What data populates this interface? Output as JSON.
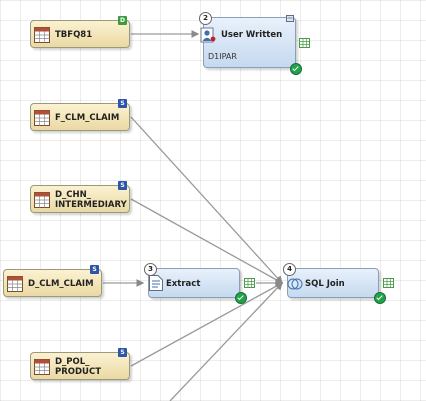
{
  "nodes": {
    "tbfq81": {
      "label": "TBFQ81",
      "badge": "D"
    },
    "user_written": {
      "label": "User Written",
      "sublabel": "D1IPAR",
      "step": "2"
    },
    "f_clm_claim": {
      "label": "F_CLM_CLAIM",
      "badge": "S"
    },
    "d_chn_intermediary": {
      "label": "D_CHN_\nINTERMEDIARY",
      "badge": "S"
    },
    "d_clm_claim": {
      "label": "D_CLM_CLAIM",
      "badge": "S"
    },
    "extract": {
      "label": "Extract",
      "step": "3"
    },
    "sql_join": {
      "label": "SQL Join",
      "step": "4"
    },
    "d_pol_product": {
      "label": "D_POL_\nPRODUCT",
      "badge": "S"
    }
  },
  "colors": {
    "table_fill": "#f3e4b6",
    "transform_fill": "#d6e5f6",
    "connector": "#9a9a9a",
    "status_ok": "#22a34a",
    "badge_s": "#2d56a8",
    "badge_d": "#3d9a3d"
  }
}
